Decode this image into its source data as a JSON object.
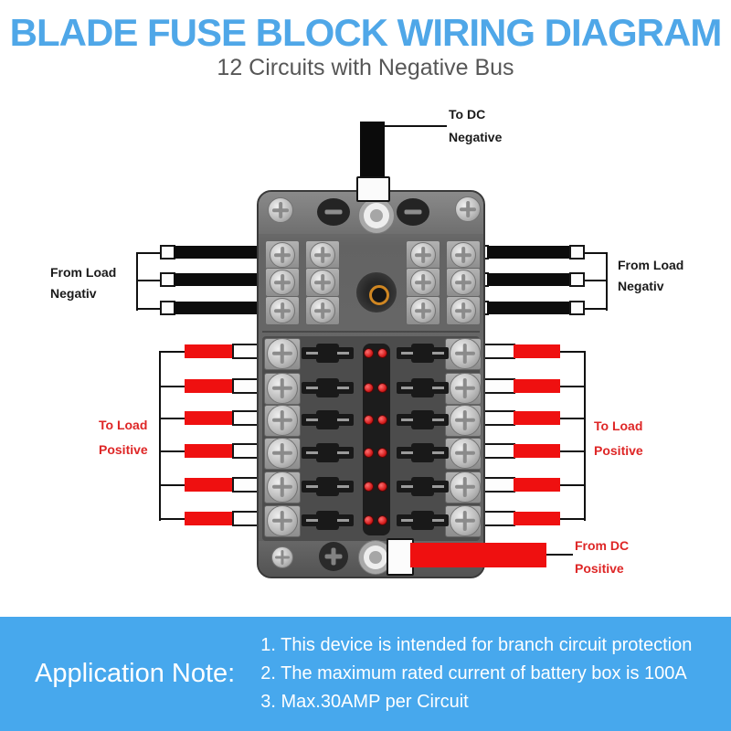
{
  "header": {
    "title": "BLADE FUSE BLOCK WIRING DIAGRAM",
    "subtitle": "12 Circuits with Negative Bus"
  },
  "labels": {
    "to_dc_negative": {
      "line1": "To DC",
      "line2": "Negative"
    },
    "from_load_left": {
      "line1": "From Load",
      "line2": "Negativ"
    },
    "from_load_right": {
      "line1": "From Load",
      "line2": "Negativ"
    },
    "to_load_left": {
      "line1": "To Load",
      "line2": "Positive"
    },
    "to_load_right": {
      "line1": "To Load",
      "line2": "Positive"
    },
    "from_dc_positive": {
      "line1": "From DC",
      "line2": "Positive"
    }
  },
  "diagram": {
    "circuits": 12,
    "fuse_rows": 6,
    "leds_per_row": 2,
    "negative_wires_per_side": 3,
    "positive_wires_per_side": 6
  },
  "application_note": {
    "heading": "Application Note:",
    "notes": [
      "1. This device is intended for branch circuit protection",
      "2. The maximum rated current of battery box is 100A",
      "3. Max.30AMP  per Circuit"
    ]
  },
  "colors": {
    "title_blue": "#4FA7E8",
    "banner_blue": "#47A8ED",
    "wire_red": "#EF1010",
    "label_red": "#DE2626",
    "wire_black": "#0C0C0C"
  }
}
